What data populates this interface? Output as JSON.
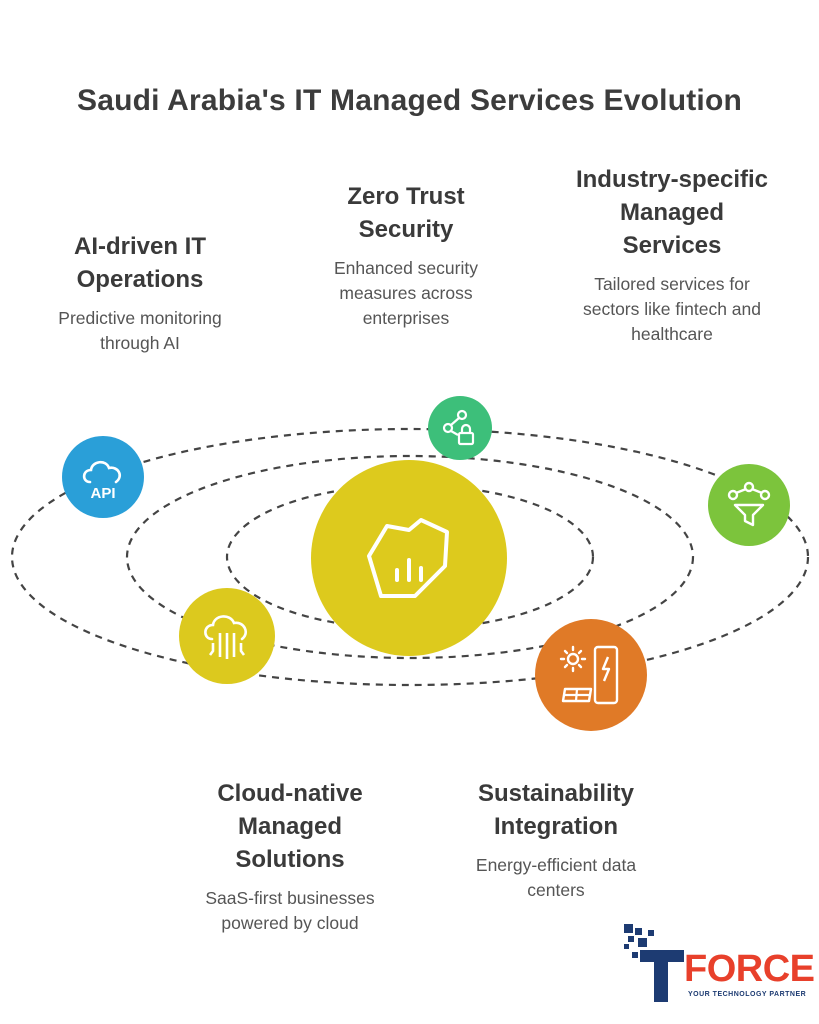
{
  "title": "Saudi Arabia's IT Managed Services Evolution",
  "items": [
    {
      "heading": "AI-driven IT Operations",
      "heading_lines": [
        "AI-driven IT",
        "Operations"
      ],
      "desc_lines": [
        "Predictive monitoring",
        "through AI"
      ],
      "icon": "cloud-api-icon",
      "color": "#2a9fd8"
    },
    {
      "heading": "Zero Trust Security",
      "heading_lines": [
        "Zero Trust",
        "Security"
      ],
      "desc_lines": [
        "Enhanced security",
        "measures across",
        "enterprises"
      ],
      "icon": "share-lock-icon",
      "color": "#3dbf7a"
    },
    {
      "heading": "Industry-specific Managed Services",
      "heading_lines": [
        "Industry-specific",
        "Managed",
        "Services"
      ],
      "desc_lines": [
        "Tailored services for",
        "sectors like fintech and",
        "healthcare"
      ],
      "icon": "network-filter-icon",
      "color": "#7cc43c"
    },
    {
      "heading": "Cloud-native Managed Solutions",
      "heading_lines": [
        "Cloud-native",
        "Managed",
        "Solutions"
      ],
      "desc_lines": [
        "SaaS-first businesses",
        "powered by cloud"
      ],
      "icon": "cloud-circuit-icon",
      "color": "#dcc91e"
    },
    {
      "heading": "Sustainability Integration",
      "heading_lines": [
        "Sustainability",
        "Integration"
      ],
      "desc_lines": [
        "Energy-efficient data",
        "centers"
      ],
      "icon": "solar-energy-icon",
      "color": "#e07a27"
    }
  ],
  "center": {
    "icon": "saudi-map-chart-icon",
    "color": "#ddca1d"
  },
  "logo": {
    "brand": "FORCE",
    "tagline": "YOUR TECHNOLOGY PARTNER",
    "accent": "#e8402b",
    "primary": "#1d3b72"
  }
}
